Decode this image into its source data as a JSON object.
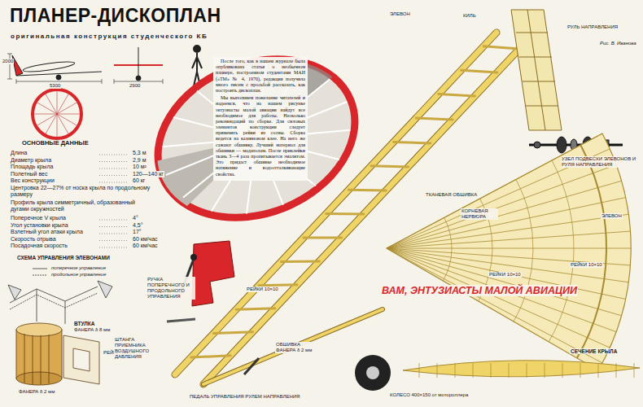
{
  "diagram": {
    "title": "ПЛАНЕР-ДИСКОПЛАН",
    "labels": [
      "оригинальная конструкция студенческого КБ",
      "5300",
      "2000",
      "2900",
      "После того, как в нашем журнале была опубликована статья о необычном планере, построенном студентами МАИ («ТМ» № 4, 1970), редакция получила много писем с просьбой рассказать, как построить дископлан.",
      "Мы выполняем пожелание читателей и надеемся, что на нашем рисунке энтузиасты малой авиации найдут все необходимое для работы. Несколько рекомендаций по сборке. Для силовых элементов конструкции следует применять рейки из сосны. Сборка ведется на казеиновом клее. На него же сажают обшивку. Лучший материал для обшивки — мадаполам. После приклейки ткань 3—4 раза пропитывается эмалитом. Это придаст обшивке необходимое натяжение и водоотталкивающие свойства.",
      "ОСНОВНЫЕ ДАННЫЕ",
      "Длина",
      "5,3 м",
      "Диаметр крыла",
      "2,9 м",
      "Площадь крыла",
      "10 м²",
      "Полетный вес",
      "120—140 кг",
      "Вес конструкции",
      "60 кг",
      "Центровка 22—27% от носка крыла по продольному размеру",
      "Профиль крыла симметричный, образованный дугами окружностей",
      "Поперечное V крыла",
      "4°",
      "Угол установки крыла",
      "4,5°",
      "Взлетный угол атаки крыла",
      "17°",
      "Скорость отрыва",
      "60 км/час",
      "Посадочная скорость",
      "60 км/час",
      "СХЕМА УПРАВЛЕНИЯ ЭЛЕВОНАМИ",
      "поперечное управление",
      "продольное управление",
      "ВТУЛКА",
      "ФАНЕРА δ 8 мм",
      "РЕЙКИ 10×10",
      "ФАНЕРА δ 2 мм",
      "РУЧКА ПОПЕРЕЧНОГО И ПРОДОЛЬНОГО УПРАВЛЕНИЯ",
      "ШТАНГА ПРИЕМНИКА ВОЗДУШНОГО ДАВЛЕНИЯ",
      "ПЕДАЛЬ УПРАВЛЕНИЯ РУЛЕМ НАПРАВЛЕНИЯ",
      "РЕЙКИ 10×10",
      "ОБШИВКА ФАНЕРА δ 2 мм",
      "ЭЛЕВОН",
      "КИЛЬ",
      "РУЛЬ НАПРАВЛЕНИЯ",
      "Рис. В. Иванова",
      "УЗЕЛ ПОДВЕСКИ ЭЛЕВОНОВ И РУЛЯ НАПРАВЛЕНИЯ",
      "ТКАНЕВАЯ ОБШИВКА",
      "КОРНЕВАЯ НЕРВЮРА",
      "ЭЛЕВОН",
      "РЕЙКИ 10×10",
      "РЕЙКИ 10×10",
      "ВАМ, ЭНТУЗИАСТЫ МАЛОЙ АВИАЦИИ",
      "СЕЧЕНИЕ КРЫЛА",
      "КОЛЕСО 400×150 от мотороллера"
    ]
  }
}
